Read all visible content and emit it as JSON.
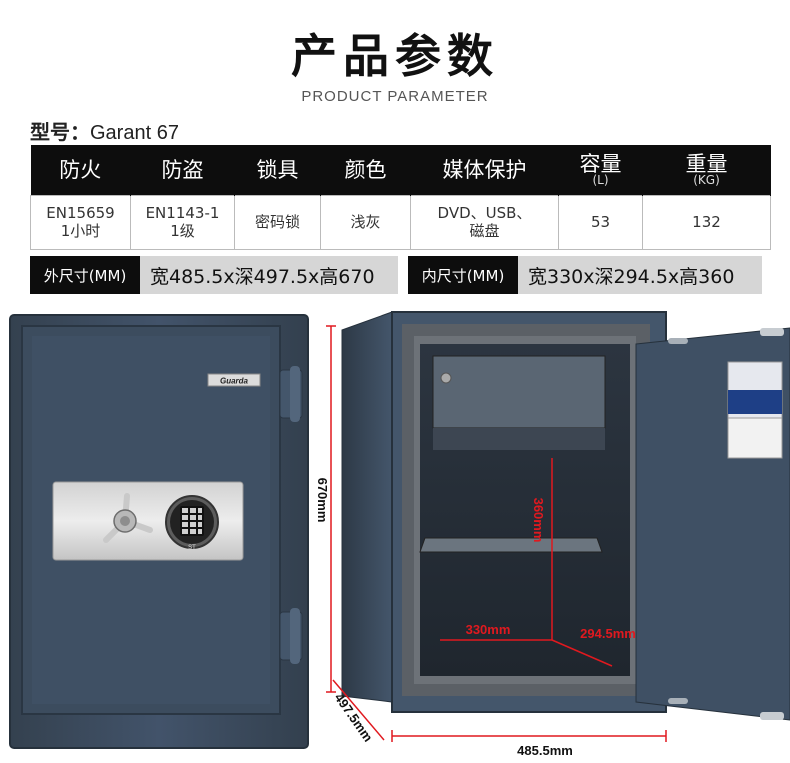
{
  "header": {
    "title": "产品参数",
    "subtitle": "PRODUCT PARAMETER"
  },
  "model": {
    "label": "型号：",
    "value": "Garant 67"
  },
  "spec_table": {
    "columns": [
      {
        "label": "防火",
        "unit": ""
      },
      {
        "label": "防盗",
        "unit": ""
      },
      {
        "label": "锁具",
        "unit": ""
      },
      {
        "label": "颜色",
        "unit": ""
      },
      {
        "label": "媒体保护",
        "unit": ""
      },
      {
        "label": "容量",
        "unit": "(L)"
      },
      {
        "label": "重量",
        "unit": "(KG)"
      }
    ],
    "row": {
      "fire_line1": "EN15659",
      "fire_line2": "1小时",
      "theft_line1": "EN1143-1",
      "theft_line2": "1级",
      "lock": "密码锁",
      "color": "浅灰",
      "media_line1": "DVD、USB、",
      "media_line2": "磁盘",
      "capacity": "53",
      "weight": "132"
    }
  },
  "dimensions": {
    "outer_label": "外尺寸(MM)",
    "outer_value": "宽485.5x深497.5x高670",
    "inner_label": "内尺寸(MM)",
    "inner_value": "宽330x深294.5x高360"
  },
  "photo": {
    "brand": "Guarda",
    "keypad_label": "ST",
    "annotations": {
      "outer_height": "670mm",
      "outer_depth": "497.5mm",
      "outer_width": "485.5mm",
      "inner_height": "360mm",
      "inner_width": "330mm",
      "inner_depth": "294.5mm"
    }
  },
  "colors": {
    "safe_body": "#3b4a5c",
    "dimension_line": "#e0191f",
    "header_bg": "#0d0d0d",
    "value_bg": "#d6d6d6"
  }
}
